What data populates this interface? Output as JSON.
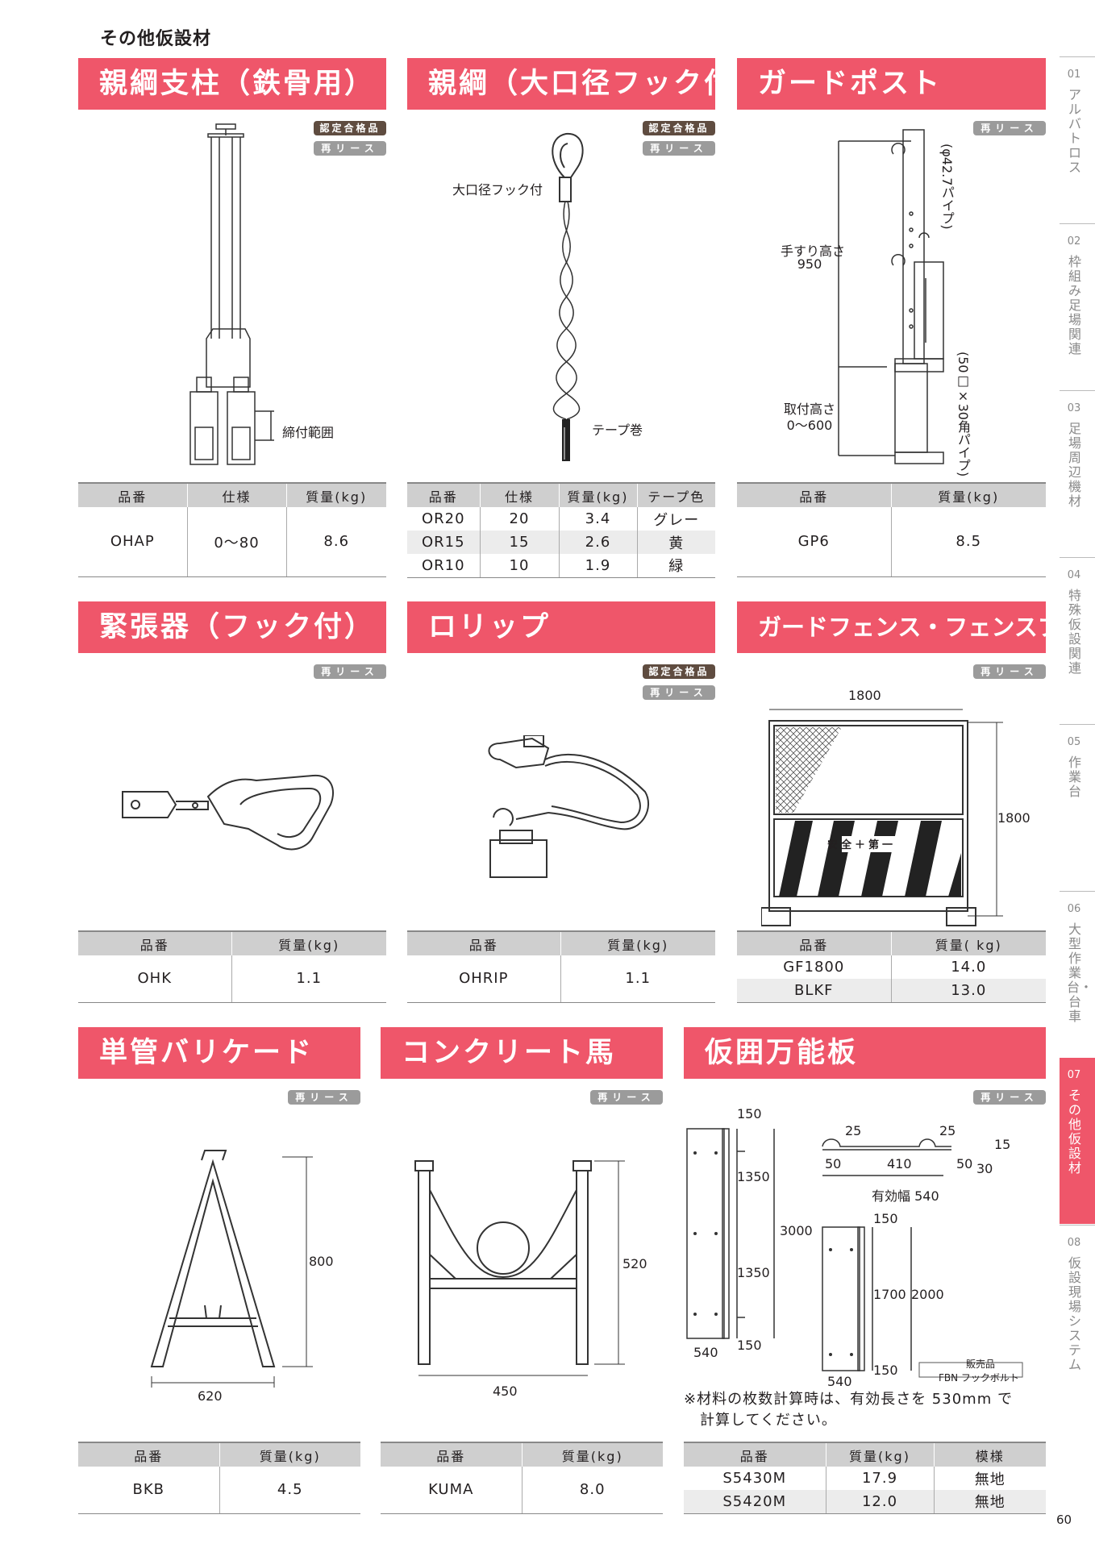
{
  "page": {
    "section_title": "その他仮設材",
    "page_number": "60"
  },
  "badges": {
    "certified": "認定合格品",
    "lease": "再リース"
  },
  "products": {
    "oya_shichu": {
      "title": "親綱支柱（鉄骨用）",
      "callouts": [
        "締付範囲"
      ],
      "headers": [
        "品番",
        "仕様",
        "質量(kg)"
      ],
      "rows": [
        [
          "OHAP",
          "0～80",
          "8.6"
        ]
      ]
    },
    "oya_zuna": {
      "title": "親綱（大口径フック付）",
      "callouts": [
        "大口径フック付",
        "テープ巻"
      ],
      "headers": [
        "品番",
        "仕様",
        "質量(kg)",
        "テープ色"
      ],
      "rows": [
        [
          "OR20",
          "20",
          "3.4",
          "グレー"
        ],
        [
          "OR15",
          "15",
          "2.6",
          "黄"
        ],
        [
          "OR10",
          "10",
          "1.9",
          "緑"
        ]
      ]
    },
    "guard_post": {
      "title": "ガードポスト",
      "callouts": [
        "手すり高さ",
        "950",
        "取付高さ",
        "0～600",
        "(φ42.7パイプ)",
        "(50□×30角パイプ)"
      ],
      "headers": [
        "品番",
        "質量(kg)"
      ],
      "rows": [
        [
          "GP6",
          "8.5"
        ]
      ]
    },
    "kinchoki": {
      "title": "緊張器（フック付）",
      "headers": [
        "品番",
        "質量(kg)"
      ],
      "rows": [
        [
          "OHK",
          "1.1"
        ]
      ]
    },
    "rorippu": {
      "title": "ロリップ",
      "headers": [
        "品番",
        "質量(kg)"
      ],
      "rows": [
        [
          "OHRIP",
          "1.1"
        ]
      ]
    },
    "guard_fence": {
      "title": "ガードフェンス・フェンスブロック",
      "callouts": [
        "1800",
        "1800",
        "安全＋第一"
      ],
      "headers": [
        "品番",
        "質量( kg)"
      ],
      "rows": [
        [
          "GF1800",
          "14.0"
        ],
        [
          "BLKF",
          "13.0"
        ]
      ]
    },
    "barricade": {
      "title": "単管バリケード",
      "callouts": [
        "800",
        "620"
      ],
      "headers": [
        "品番",
        "質量(kg)"
      ],
      "rows": [
        [
          "BKB",
          "4.5"
        ]
      ]
    },
    "concrete_uma": {
      "title": "コンクリート馬",
      "callouts": [
        "520",
        "450"
      ],
      "headers": [
        "品番",
        "質量(kg)"
      ],
      "rows": [
        [
          "KUMA",
          "8.0"
        ]
      ]
    },
    "kakoi_ban": {
      "title": "仮囲万能板",
      "callouts": [
        "150",
        "1350",
        "3000",
        "1350",
        "540",
        "150",
        "25",
        "25",
        "15",
        "50",
        "410",
        "50",
        "30",
        "有効幅 540",
        "150",
        "1700",
        "2000",
        "540",
        "150",
        "販売品",
        "FBN フックボルト"
      ],
      "note_line1": "※材料の枚数計算時は、有効長さを 530mm で",
      "note_line2": "計算してください。",
      "headers": [
        "品番",
        "質量(kg)",
        "模様"
      ],
      "rows": [
        [
          "S5430M",
          "17.9",
          "無地"
        ],
        [
          "S5420M",
          "12.0",
          "無地"
        ]
      ]
    }
  },
  "sidebar": [
    {
      "num": "01",
      "label": "アルバトロス"
    },
    {
      "num": "02",
      "label": "枠組み足場関連"
    },
    {
      "num": "03",
      "label": "足場周辺機材"
    },
    {
      "num": "04",
      "label": "特殊仮設関連"
    },
    {
      "num": "05",
      "label": "作業台"
    },
    {
      "num": "06",
      "label": "大型作業台・台車"
    },
    {
      "num": "07",
      "label": "その他仮設材",
      "active": true
    },
    {
      "num": "08",
      "label": "仮設現場システム"
    }
  ],
  "colors": {
    "header": "#ef566a",
    "badge_certified": "#5f4c40",
    "badge_lease": "#9b9b9b",
    "table_header": "#cfcfcf"
  }
}
